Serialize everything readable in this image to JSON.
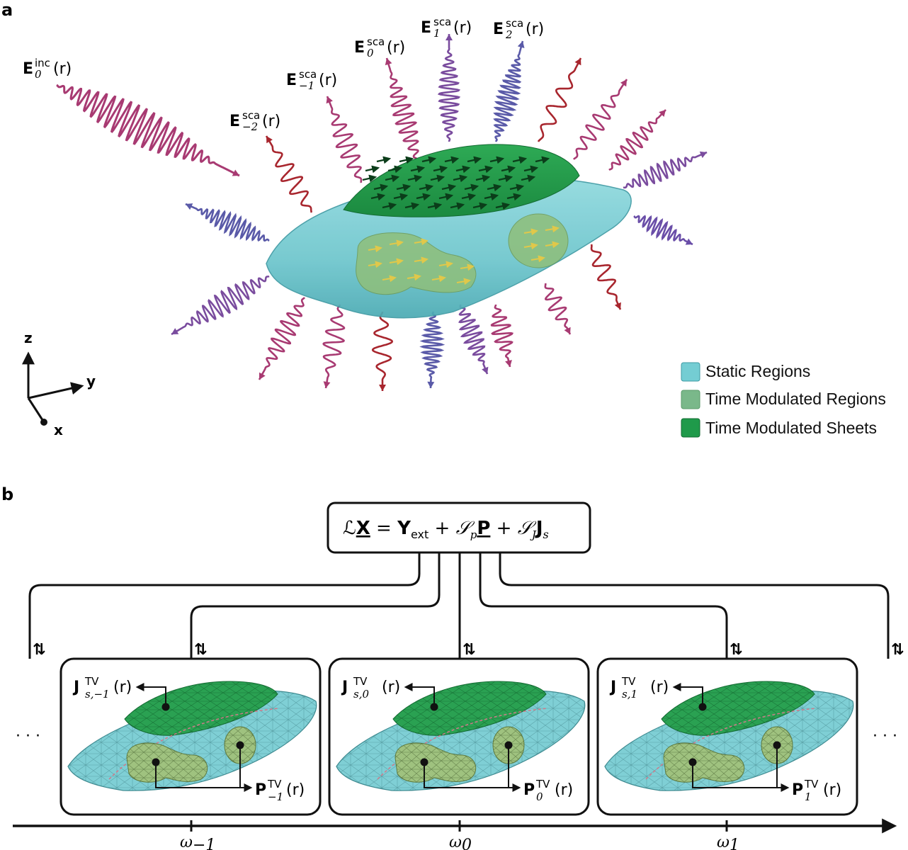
{
  "panel_a": {
    "label": "a",
    "incident_field": {
      "base": "E",
      "sub": "0",
      "sup": "inc",
      "arg": "(r)"
    },
    "scattered_fields": [
      {
        "base": "E",
        "sub": "−2",
        "sup": "sca",
        "arg": "(r)"
      },
      {
        "base": "E",
        "sub": "−1",
        "sup": "sca",
        "arg": "(r)"
      },
      {
        "base": "E",
        "sub": "0",
        "sup": "sca",
        "arg": "(r)"
      },
      {
        "base": "E",
        "sub": "1",
        "sup": "sca",
        "arg": "(r)"
      },
      {
        "base": "E",
        "sub": "2",
        "sup": "sca",
        "arg": "(r)"
      }
    ],
    "axes": {
      "z": "z",
      "y": "y",
      "x": "x"
    },
    "legend": [
      {
        "label": "Static Regions",
        "color": "#6cc8cf"
      },
      {
        "label": "Time Modulated Regions",
        "color": "#7ab88a"
      },
      {
        "label": "Time Modulated Sheets",
        "color": "#1f9a4a"
      }
    ],
    "colors": {
      "body": "#74cdd3",
      "sheet": "#22a050",
      "region": "#8fbf7a",
      "wave_red": "#a8262e",
      "wave_purple": "#7a4c9e",
      "wave_magenta": "#a83a72"
    }
  },
  "panel_b": {
    "label": "b",
    "equation": {
      "lhs": "ℒ",
      "X": "X",
      "eq": " = ",
      "Y": "Y",
      "Y_sub": "ext",
      "plus1": " + ",
      "Sp": "𝒮",
      "Sp_sub": "p",
      "P": "P",
      "plus2": " + ",
      "SJ": "𝒮",
      "SJ_sub": "J",
      "J": "J",
      "J_sub": "s"
    },
    "coupling_symbol": "⇅",
    "ellipsis_left": "· · ·",
    "ellipsis_right": "· · ·",
    "boxes": [
      {
        "J": {
          "base": "J",
          "sup": "TV",
          "sub": "s,−1",
          "arg": "(r)"
        },
        "P": {
          "base": "P",
          "sup": "TV",
          "sub": "−1",
          "arg": "(r)"
        }
      },
      {
        "J": {
          "base": "J",
          "sup": "TV",
          "sub": "s,0",
          "arg": "(r)"
        },
        "P": {
          "base": "P",
          "sup": "TV",
          "sub": "0",
          "arg": "(r)"
        }
      },
      {
        "J": {
          "base": "J",
          "sup": "TV",
          "sub": "s,1",
          "arg": "(r)"
        },
        "P": {
          "base": "P",
          "sup": "TV",
          "sub": "1",
          "arg": "(r)"
        }
      }
    ],
    "frequency_axis": [
      {
        "base": "ω",
        "sub": "−1"
      },
      {
        "base": "ω",
        "sub": "0"
      },
      {
        "base": "ω",
        "sub": "1"
      }
    ]
  }
}
